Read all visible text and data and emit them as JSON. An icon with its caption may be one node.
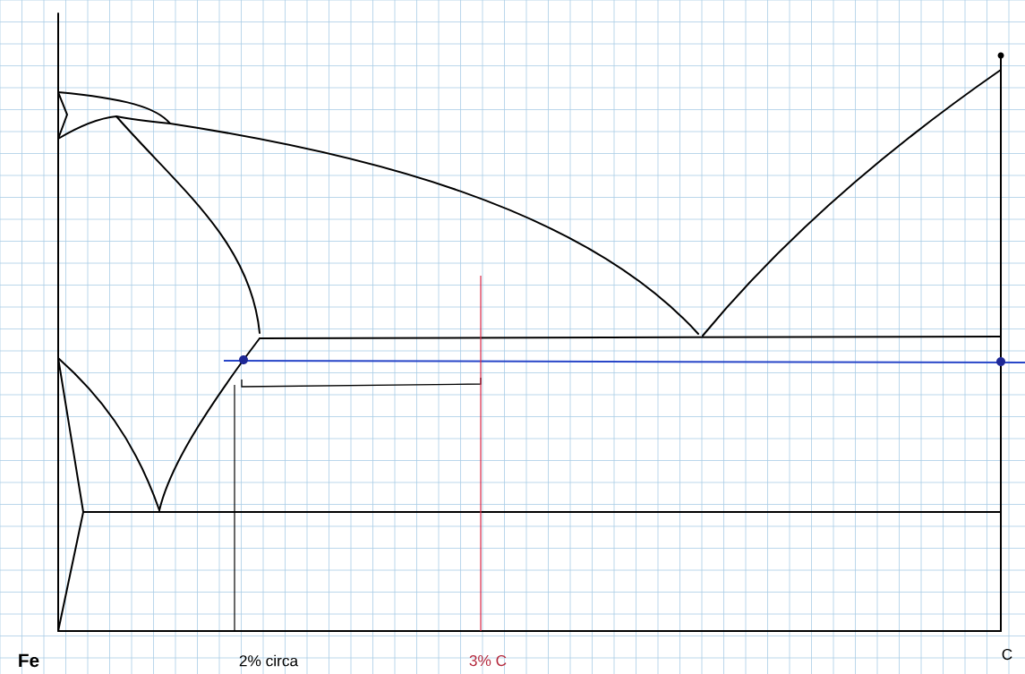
{
  "diagram": {
    "labels": [
      "Fe",
      "2% circa",
      "3% C",
      "C"
    ]
  }
}
